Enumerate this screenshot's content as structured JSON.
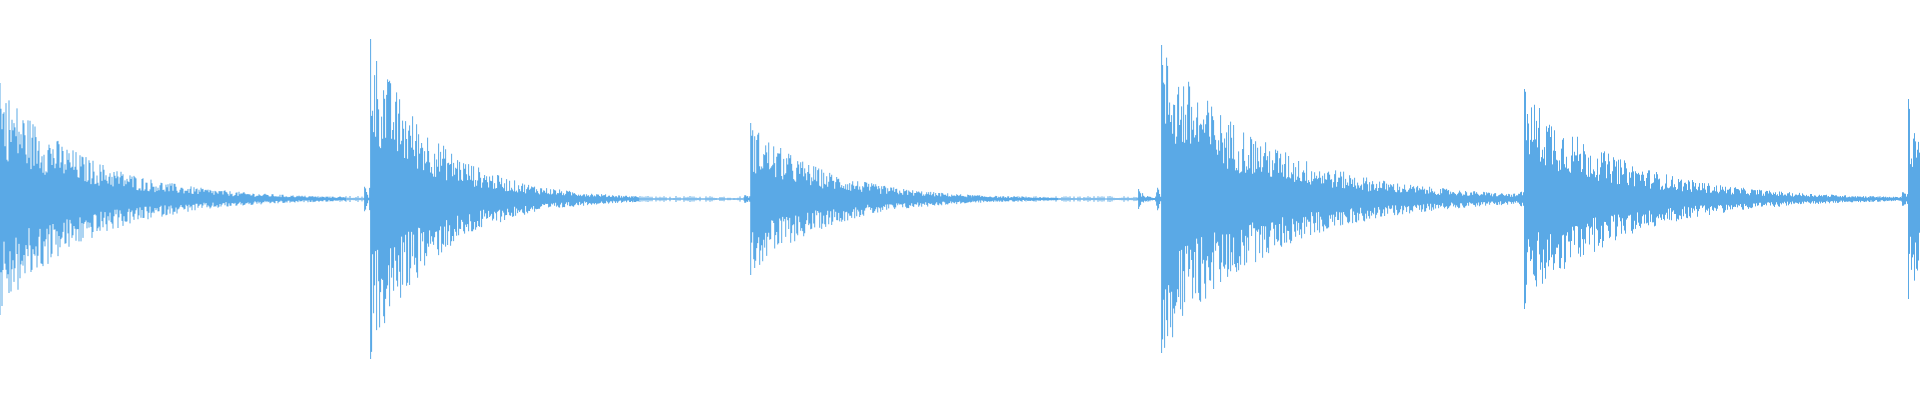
{
  "chart_data": {
    "type": "line",
    "title": "",
    "xlabel": "",
    "ylabel": "",
    "grid": false,
    "legend": "none",
    "ylim": [
      -1,
      1
    ],
    "xlim": [
      0,
      1
    ],
    "baseline": 0,
    "series": [
      {
        "color": "#5aa9e6",
        "transients": [
          {
            "x": 0.0,
            "peak_up": 0.58,
            "peak_down": 0.58,
            "decay": 0.045
          },
          {
            "x": 0.193,
            "peak_up": 0.8,
            "peak_down": 0.8,
            "decay": 0.035
          },
          {
            "x": 0.391,
            "peak_up": 0.38,
            "peak_down": 0.38,
            "decay": 0.04
          },
          {
            "x": 0.593,
            "peak_up": 0.05,
            "peak_down": 0.05,
            "decay": 0.004
          },
          {
            "x": 0.605,
            "peak_up": 0.77,
            "peak_down": 0.77,
            "decay": 0.055
          },
          {
            "x": 0.794,
            "peak_up": 0.55,
            "peak_down": 0.55,
            "decay": 0.05
          },
          {
            "x": 0.994,
            "peak_up": 0.5,
            "peak_down": 0.5,
            "decay": 0.02
          }
        ],
        "noise_floor": 0.01
      }
    ]
  }
}
